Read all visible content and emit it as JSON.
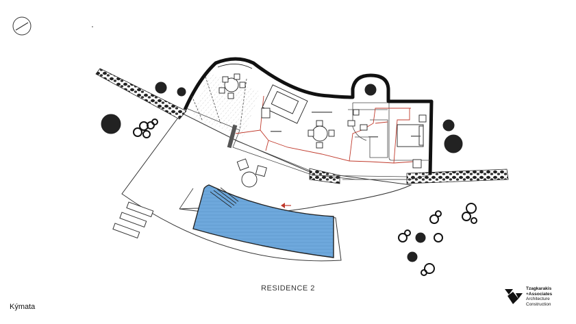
{
  "caption": "RESIDENCE 2",
  "place_name": "Kýmata",
  "logo": {
    "firm_line1": "Tzagkarakis",
    "firm_line2": "+Associates",
    "service_line1": "Architecture",
    "service_line2": "Construction"
  },
  "colors": {
    "walls": "#111111",
    "lines": "#333333",
    "pool_water": "#6ea8dc",
    "circulation": "#c0392b",
    "trees": "#222222"
  },
  "icons": [
    "north-arrow-icon",
    "entrance-arrow-icon",
    "tree-icon",
    "shrub-icon"
  ]
}
